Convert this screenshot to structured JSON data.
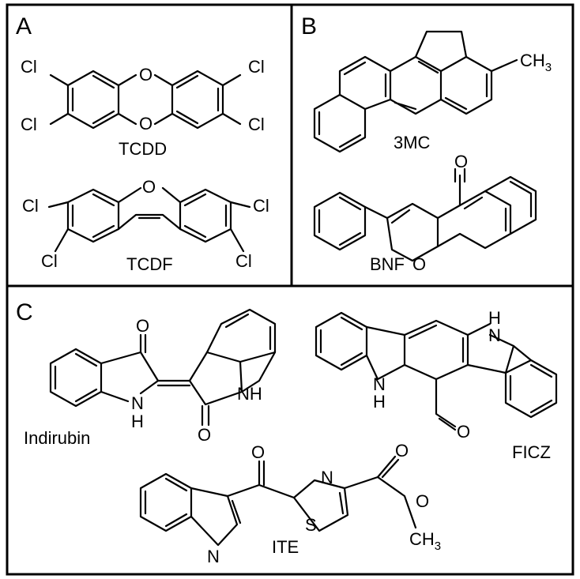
{
  "panels": [
    {
      "label": "A",
      "molecules": [
        {
          "name": "TCDD"
        },
        {
          "name": "TCDF"
        }
      ]
    },
    {
      "label": "B",
      "molecules": [
        {
          "name": "3MC"
        },
        {
          "name": "BNF"
        }
      ]
    },
    {
      "label": "C",
      "molecules": [
        {
          "name": "Indirubin"
        },
        {
          "name": "FICZ"
        },
        {
          "name": "ITE"
        }
      ]
    }
  ],
  "atoms": {
    "chlorine": "Cl",
    "oxygen": "O",
    "nitrogen": "N",
    "sulfur": "S",
    "amine": "NH",
    "hydrogen": "H",
    "methyl_c": "CH",
    "methyl_sub": "3"
  }
}
